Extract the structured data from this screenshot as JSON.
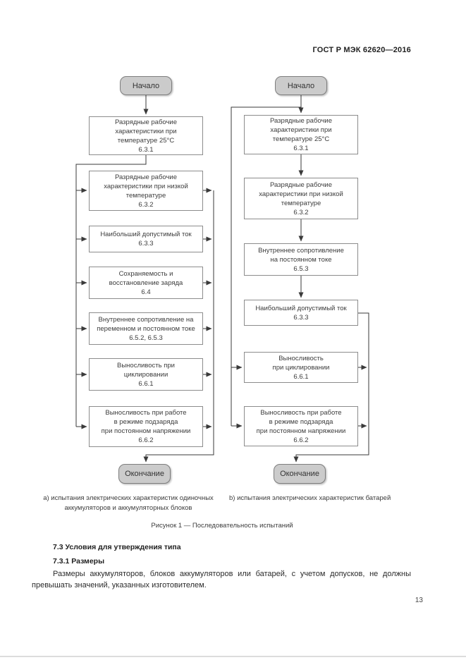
{
  "header": {
    "title": "ГОСТ Р МЭК 62620—2016"
  },
  "figure": {
    "chart_a": {
      "start_label": "Начало",
      "end_label": "Окончание",
      "boxes": [
        {
          "text": "Разрядные рабочие\nхарактеристики при\nтемпературе 25°С",
          "ref": "6.3.1"
        },
        {
          "text": "Разрядные рабочие\nхарактеристики при низкой\nтемпературе",
          "ref": "6.3.2"
        },
        {
          "text": "Наибольший допустимый ток",
          "ref": "6.3.3"
        },
        {
          "text": "Сохраняемость и\nвосстановление заряда",
          "ref": "6.4"
        },
        {
          "text": "Внутреннее сопротивление на\nпеременном и постоянном токе",
          "ref": "6.5.2, 6.5.3"
        },
        {
          "text": "Выносливость при\nциклировании",
          "ref": "6.6.1"
        },
        {
          "text": "Выносливость при работе\nв режиме подзаряда\nпри постоянном напряжении",
          "ref": "6.6.2"
        }
      ],
      "caption": "a)  испытания электрических характеристик одиночных\nаккумуляторов и аккумуляторных блоков"
    },
    "chart_b": {
      "start_label": "Начало",
      "end_label": "Окончание",
      "boxes": [
        {
          "text": "Разрядные рабочие\nхарактеристики при\nтемпературе 25°С",
          "ref": "6.3.1"
        },
        {
          "text": "Разрядные рабочие\nхарактеристики при низкой\nтемпературе",
          "ref": "6.3.2"
        },
        {
          "text": "Внутреннее сопротивление\nна постоянном токе",
          "ref": "6.5.3"
        },
        {
          "text": "Наибольший допустимый ток",
          "ref": "6.3.3"
        },
        {
          "text": "Выносливость\nпри циклировании",
          "ref": "6.6.1"
        },
        {
          "text": "Выносливость при работе\nв режиме подзаряда\nпри постоянном напряжении",
          "ref": "6.6.2"
        }
      ],
      "caption": "b)  испытания электрических характеристик батарей"
    },
    "caption": "Рисунок 1 — Последовательность испытаний"
  },
  "section": {
    "heading1": "7.3  Условия для утверждения типа",
    "heading2": "7.3.1  Размеры",
    "paragraph": "Размеры аккумуляторов, блоков аккумуляторов или батарей, с учетом допусков, не должны превышать значений, указанных изготовителем."
  },
  "footer": {
    "page_number": "13"
  },
  "colors": {
    "line": "#3a3a3a",
    "terminal_fill": "#cbcbcb",
    "box_border": "#8c8c8c"
  }
}
